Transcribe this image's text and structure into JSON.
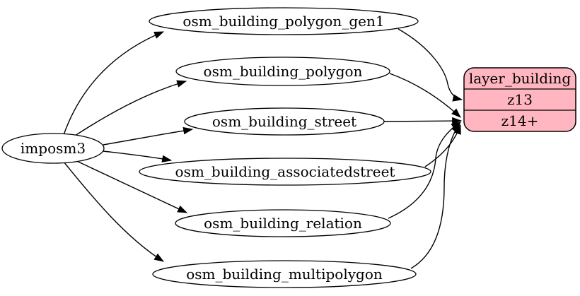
{
  "diagram": {
    "kind": "etl-graph",
    "background": "#ffffff",
    "source": {
      "label": "imposm3"
    },
    "tables": [
      {
        "label": "osm_building_polygon_gen1"
      },
      {
        "label": "osm_building_polygon"
      },
      {
        "label": "osm_building_street"
      },
      {
        "label": "osm_building_associatedstreet"
      },
      {
        "label": "osm_building_relation"
      },
      {
        "label": "osm_building_multipolygon"
      }
    ],
    "layer": {
      "title": "layer_building",
      "rows": [
        {
          "label": "z13"
        },
        {
          "label": "z14+"
        }
      ],
      "fill": "#ffb6c1",
      "stroke": "#000000"
    },
    "edges": [
      {
        "from": "imposm3",
        "to": "osm_building_polygon_gen1"
      },
      {
        "from": "imposm3",
        "to": "osm_building_polygon"
      },
      {
        "from": "imposm3",
        "to": "osm_building_street"
      },
      {
        "from": "imposm3",
        "to": "osm_building_associatedstreet"
      },
      {
        "from": "imposm3",
        "to": "osm_building_relation"
      },
      {
        "from": "imposm3",
        "to": "osm_building_multipolygon"
      },
      {
        "from": "osm_building_polygon_gen1",
        "to": "layer_building:z13"
      },
      {
        "from": "osm_building_polygon",
        "to": "layer_building:z14+"
      },
      {
        "from": "osm_building_street",
        "to": "layer_building:z14+"
      },
      {
        "from": "osm_building_associatedstreet",
        "to": "layer_building:z14+"
      },
      {
        "from": "osm_building_relation",
        "to": "layer_building:z14+"
      },
      {
        "from": "osm_building_multipolygon",
        "to": "layer_building:z14+"
      }
    ]
  }
}
